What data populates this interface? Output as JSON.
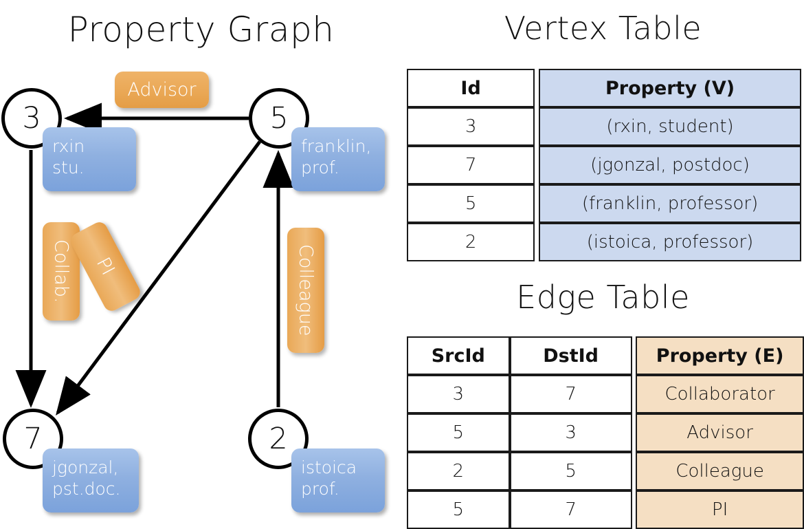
{
  "titles": {
    "property_graph": "Property Graph",
    "vertex_table": "Vertex Table",
    "edge_table": "Edge Table"
  },
  "colors": {
    "vertex_property_fill": "#ccd9ef",
    "edge_property_fill": "#f5dfc3",
    "vertex_callout": "#7ba2db",
    "edge_callout": "#e9a857",
    "stroke": "#000000",
    "background": "#ffffff"
  },
  "graph": {
    "nodes": [
      {
        "id": "3",
        "label": "3",
        "property_lines": [
          "rxin",
          "stu."
        ]
      },
      {
        "id": "5",
        "label": "5",
        "property_lines": [
          "franklin,",
          "prof."
        ]
      },
      {
        "id": "7",
        "label": "7",
        "property_lines": [
          "jgonzal,",
          "pst.doc."
        ]
      },
      {
        "id": "2",
        "label": "2",
        "property_lines": [
          "istoica",
          "prof."
        ]
      }
    ],
    "edge_labels": [
      {
        "name": "advisor",
        "text": "Advisor",
        "orientation": "horizontal"
      },
      {
        "name": "collab",
        "text": "Collab.",
        "orientation": "vertical"
      },
      {
        "name": "pi",
        "text": "PI",
        "orientation": "vertical-rotated"
      },
      {
        "name": "colleague",
        "text": "Colleague",
        "orientation": "vertical"
      }
    ],
    "edges": [
      {
        "src": "5",
        "dst": "3",
        "label": "Advisor"
      },
      {
        "src": "3",
        "dst": "7",
        "label": "Collab."
      },
      {
        "src": "5",
        "dst": "7",
        "label": "PI"
      },
      {
        "src": "2",
        "dst": "5",
        "label": "Colleague"
      }
    ]
  },
  "vertex_table": {
    "headers": [
      "Id",
      "Property (V)"
    ],
    "rows": [
      {
        "id": "3",
        "property": "(rxin, student)"
      },
      {
        "id": "7",
        "property": "(jgonzal, postdoc)"
      },
      {
        "id": "5",
        "property": "(franklin, professor)"
      },
      {
        "id": "2",
        "property": "(istoica, professor)"
      }
    ]
  },
  "edge_table": {
    "headers": [
      "SrcId",
      "DstId",
      "Property (E)"
    ],
    "rows": [
      {
        "src": "3",
        "dst": "7",
        "property": "Collaborator"
      },
      {
        "src": "5",
        "dst": "3",
        "property": "Advisor"
      },
      {
        "src": "2",
        "dst": "5",
        "property": "Colleague"
      },
      {
        "src": "5",
        "dst": "7",
        "property": "PI"
      }
    ]
  }
}
